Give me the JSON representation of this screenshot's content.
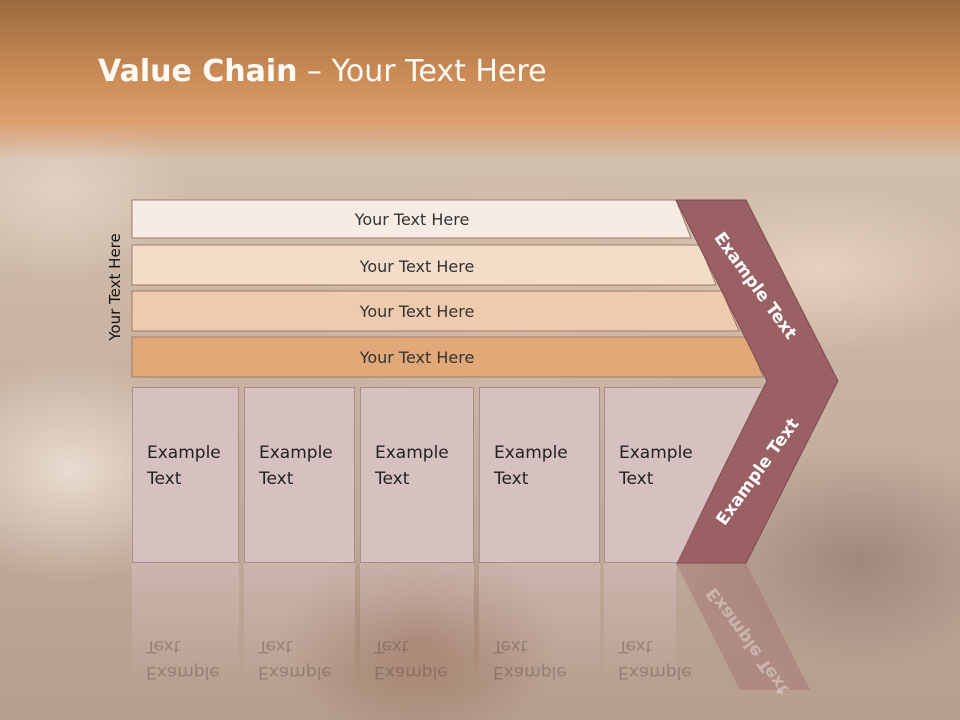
{
  "slide": {
    "title_bold": "Value Chain",
    "title_rest": " – Your Text Here",
    "vertical_label": "Your Text Here"
  },
  "bands": [
    {
      "label": "Your Text Here"
    },
    {
      "label": "Your Text Here"
    },
    {
      "label": "Your Text Here"
    },
    {
      "label": "Your Text Here"
    }
  ],
  "columns": [
    {
      "line1": "Example",
      "line2": "Text"
    },
    {
      "line1": "Example",
      "line2": "Text"
    },
    {
      "line1": "Example",
      "line2": "Text"
    },
    {
      "line1": "Example",
      "line2": "Text"
    },
    {
      "line1": "Example",
      "line2": "Text"
    }
  ],
  "chevron": {
    "top_label": "Example Text",
    "bottom_label": "Example Text"
  },
  "colors": {
    "header": "#c98a55",
    "band1": "#f7ece4",
    "band2": "#f3dcc8",
    "band3": "#efcbae",
    "band4": "#e3a878",
    "column_fill": "#d6c0c0",
    "chevron_fill": "#9a6064"
  }
}
